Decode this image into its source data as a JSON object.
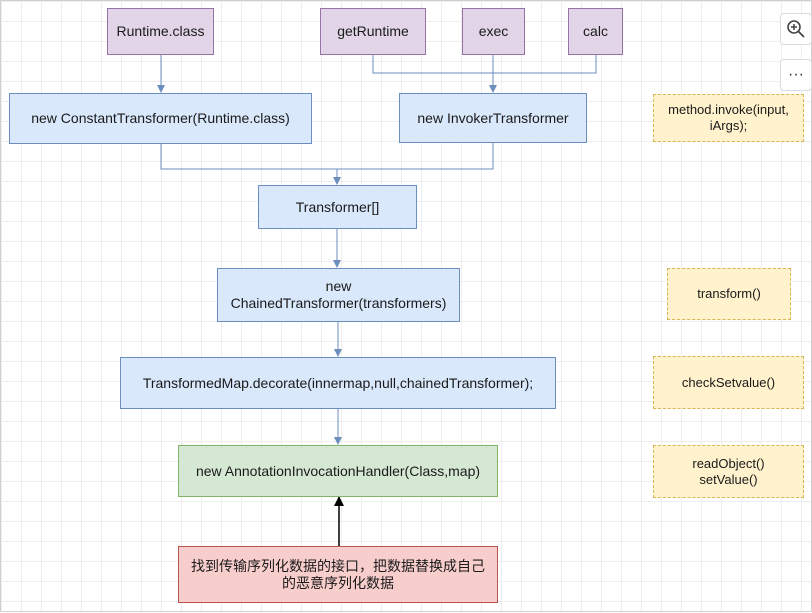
{
  "diagram": {
    "nodes": {
      "runtime_class": "Runtime.class",
      "get_runtime": "getRuntime",
      "exec": "exec",
      "calc": "calc",
      "constant_transformer": "new ConstantTransformer(Runtime.class)",
      "invoker_transformer": "new InvokerTransformer",
      "transformer_array": "Transformer[]",
      "chained_transformer_line1": "new",
      "chained_transformer_line2": "ChainedTransformer(transformers)",
      "transformed_map": "TransformedMap.decorate(innermap,null,chainedTransformer);",
      "annotation_handler": "new AnnotationInvocationHandler(Class,map)",
      "entry_line1": "找到传输序列化数据的接口，把数据替换成自己",
      "entry_line2": "的恶意序列化数据"
    },
    "notes": {
      "invoke_line1": "method.invoke(input,",
      "invoke_line2": "iArgs);",
      "transform": "transform()",
      "check_set_value": "checkSetvalue()",
      "read_object": "readObject()",
      "set_value": "setValue()"
    }
  },
  "toolbar": {
    "zoom_icon": "zoom-in-icon",
    "more_label": "···"
  },
  "colors": {
    "connector": "#6c8ebf",
    "arrow_dark": "#000000",
    "purple_fill": "#e1d5e7",
    "blue_fill": "#dae8fc",
    "green_fill": "#d5e8d4",
    "red_fill": "#f8cecc",
    "note_fill": "#fff2cc"
  }
}
